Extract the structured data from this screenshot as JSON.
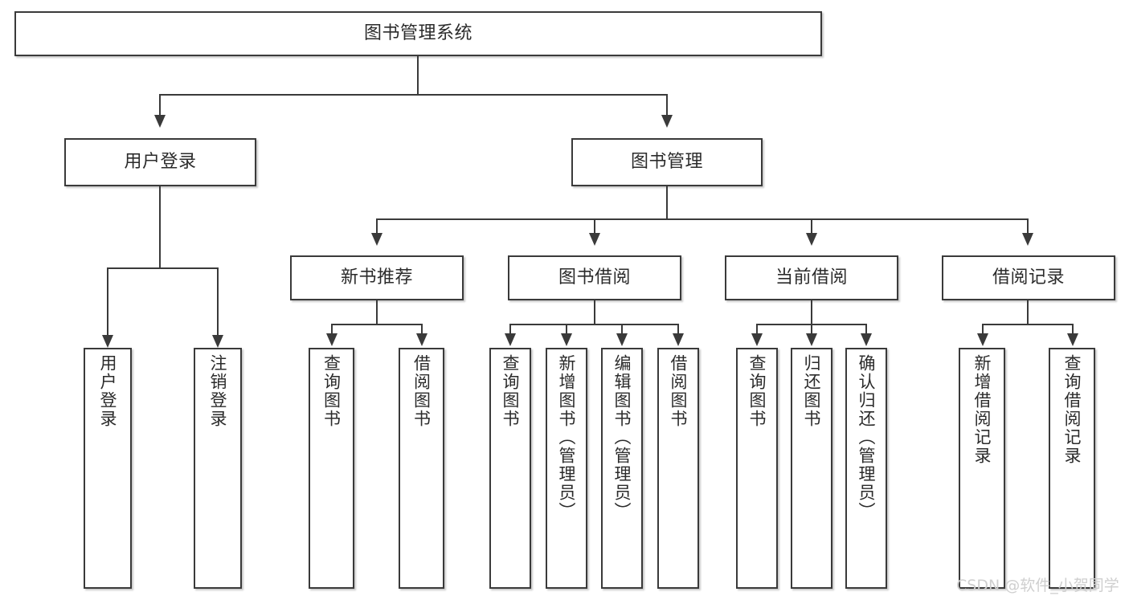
{
  "diagram": {
    "title": "图书管理系统",
    "type": "tree",
    "watermark": "CSDN @软件_小贺同学",
    "colors": {
      "box_border": "#3a3a3a",
      "box_fill": "#ffffff",
      "connector": "#3a3a3a",
      "text": "#2b2b2b",
      "watermark": "#cfcfcf",
      "background": "#ffffff"
    },
    "levels": {
      "root": "图书管理系统",
      "branches": [
        "用户登录",
        "图书管理"
      ],
      "sub_branches": [
        "新书推荐",
        "图书借阅",
        "当前借阅",
        "借阅记录"
      ]
    },
    "nodes": {
      "root": {
        "label": "图书管理系统"
      },
      "user_login": {
        "label": "用户登录"
      },
      "book_manage": {
        "label": "图书管理"
      },
      "new_book_rec": {
        "label": "新书推荐"
      },
      "book_borrow": {
        "label": "图书借阅"
      },
      "current_borrow": {
        "label": "当前借阅"
      },
      "borrow_record": {
        "label": "借阅记录"
      },
      "leaf_user_login": {
        "label": "用户登录"
      },
      "leaf_logout": {
        "label": "注销登录"
      },
      "leaf_query_book_1": {
        "label": "查询图书"
      },
      "leaf_borrow_book_1": {
        "label": "借阅图书"
      },
      "leaf_query_book_2": {
        "label": "查询图书"
      },
      "leaf_add_book": {
        "label": "新增图书（管理员）"
      },
      "leaf_edit_book": {
        "label": "编辑图书（管理员）"
      },
      "leaf_borrow_book_2": {
        "label": "借阅图书"
      },
      "leaf_query_book_3": {
        "label": "查询图书"
      },
      "leaf_return_book": {
        "label": "归还图书"
      },
      "leaf_confirm_return": {
        "label": "确认归还（管理员）"
      },
      "leaf_add_record": {
        "label": "新增借阅记录"
      },
      "leaf_query_record": {
        "label": "查询借阅记录"
      }
    },
    "edges": [
      {
        "from": "图书管理系统",
        "to": "用户登录"
      },
      {
        "from": "图书管理系统",
        "to": "图书管理"
      },
      {
        "from": "用户登录",
        "to": "用户登录"
      },
      {
        "from": "用户登录",
        "to": "注销登录"
      },
      {
        "from": "图书管理",
        "to": "新书推荐"
      },
      {
        "from": "图书管理",
        "to": "图书借阅"
      },
      {
        "from": "图书管理",
        "to": "当前借阅"
      },
      {
        "from": "图书管理",
        "to": "借阅记录"
      },
      {
        "from": "新书推荐",
        "to": "查询图书"
      },
      {
        "from": "新书推荐",
        "to": "借阅图书"
      },
      {
        "from": "图书借阅",
        "to": "查询图书"
      },
      {
        "from": "图书借阅",
        "to": "新增图书（管理员）"
      },
      {
        "from": "图书借阅",
        "to": "编辑图书（管理员）"
      },
      {
        "from": "图书借阅",
        "to": "借阅图书"
      },
      {
        "from": "当前借阅",
        "to": "查询图书"
      },
      {
        "from": "当前借阅",
        "to": "归还图书"
      },
      {
        "from": "当前借阅",
        "to": "确认归还（管理员）"
      },
      {
        "from": "借阅记录",
        "to": "新增借阅记录"
      },
      {
        "from": "借阅记录",
        "to": "查询借阅记录"
      }
    ]
  }
}
